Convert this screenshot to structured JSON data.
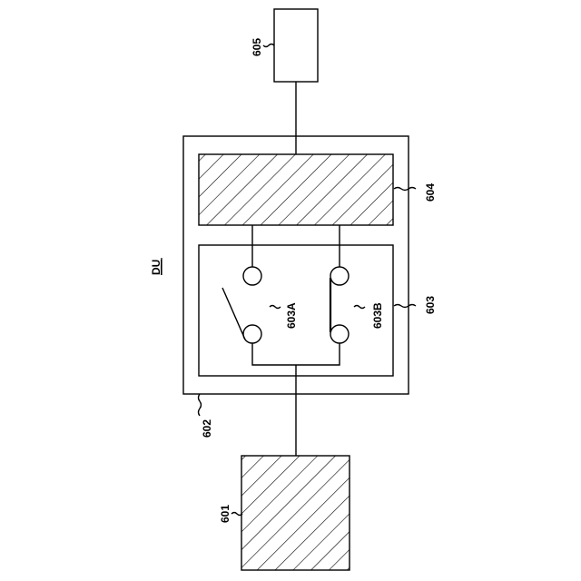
{
  "colors": {
    "line": "#000000",
    "background": "#ffffff"
  },
  "labels": {
    "du": "DU",
    "ref_601": "601",
    "ref_602": "602",
    "ref_603": "603",
    "ref_603a": "603A",
    "ref_603b": "603B",
    "ref_604": "604",
    "ref_605": "605"
  }
}
